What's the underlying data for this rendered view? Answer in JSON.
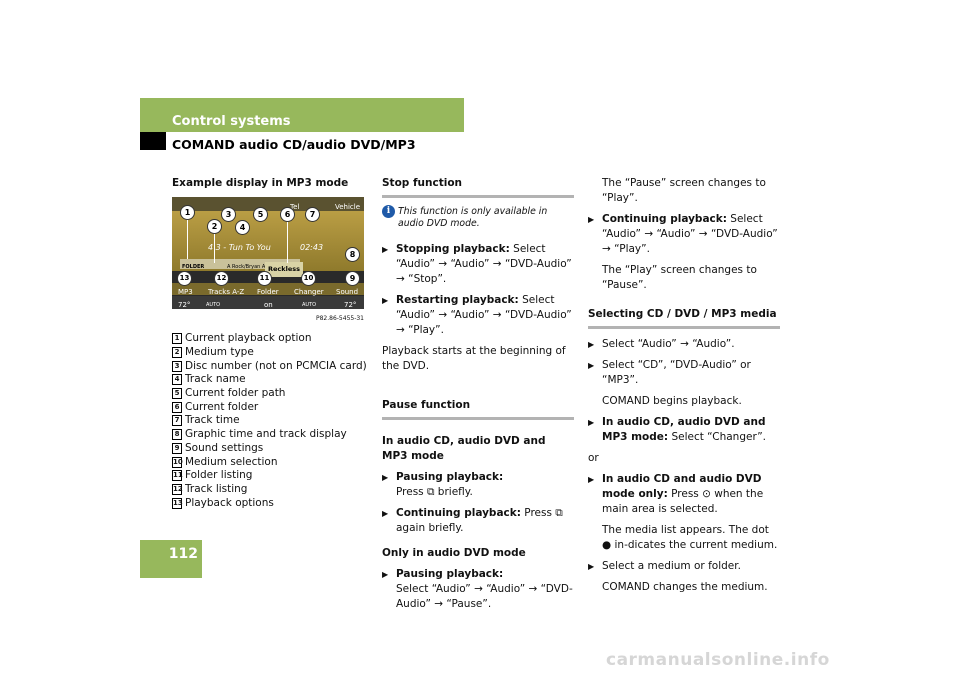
{
  "header": {
    "section_title": "Control systems",
    "subsection_title": "COMAND audio CD/audio DVD/MP3",
    "page_number": "112"
  },
  "col1": {
    "example_title": "Example display in MP3 mode",
    "screen": {
      "tab_tel": "Tel",
      "tab_vehicle": "Vehicle",
      "track_name": "4 3 - Tun To You",
      "track_time": "02:43",
      "folder_label": "FOLDER",
      "folder_path": "A Rock/Bryan Adams",
      "current_folder": "Reckless",
      "menu_items": [
        "MP3",
        "Tracks A-Z",
        "Folder",
        "Changer",
        "Sound"
      ],
      "status_items": [
        "72°",
        "AUTO",
        "on",
        "AUTO",
        "72°"
      ],
      "callouts": [
        "1",
        "2",
        "3",
        "4",
        "5",
        "6",
        "7",
        "8",
        "9",
        "10",
        "11",
        "12",
        "13"
      ]
    },
    "figure_ref": "P82.86-5455-31",
    "legend": [
      {
        "num": "1",
        "text": "Current playback option"
      },
      {
        "num": "2",
        "text": "Medium type"
      },
      {
        "num": "3",
        "text": "Disc number (not on PCMCIA card)"
      },
      {
        "num": "4",
        "text": "Track name"
      },
      {
        "num": "5",
        "text": "Current folder path"
      },
      {
        "num": "6",
        "text": "Current folder"
      },
      {
        "num": "7",
        "text": "Track time"
      },
      {
        "num": "8",
        "text": "Graphic time and track display"
      },
      {
        "num": "9",
        "text": "Sound settings"
      },
      {
        "num": "10",
        "text": "Medium selection"
      },
      {
        "num": "11",
        "text": "Folder listing"
      },
      {
        "num": "12",
        "text": "Track listing"
      },
      {
        "num": "13",
        "text": "Playback options"
      }
    ]
  },
  "col2": {
    "stop_heading": "Stop function",
    "info_note": "This function is only available in audio DVD mode.",
    "stop_steps": [
      {
        "label": "Stopping playback:",
        "text": "Select “Audio” → “Audio” → “DVD-Audio” → “Stop”."
      },
      {
        "label": "Restarting playback:",
        "text": "Select “Audio” → “Audio” → “DVD-Audio” → “Play”."
      }
    ],
    "stop_result": "Playback starts at the beginning of the DVD.",
    "pause_heading": "Pause function",
    "pause_mode1": "In audio CD, audio DVD and MP3 mode",
    "pause_steps1": [
      {
        "label": "Pausing playback:",
        "text": "Press ⧉ briefly."
      },
      {
        "label": "Continuing playback:",
        "text": "Press ⧉ again briefly."
      }
    ],
    "pause_mode2": "Only in audio DVD mode",
    "pause_steps2": [
      {
        "label": "Pausing playback:",
        "text": "Select “Audio” → “Audio” → “DVD-Audio” → “Pause”."
      }
    ]
  },
  "col3": {
    "pause_result": "The “Pause” screen changes to “Play”.",
    "continue_step": {
      "label": "Continuing playback:",
      "text": "Select “Audio” → “Audio” → “DVD-Audio” → “Play”."
    },
    "continue_result": "The “Play” screen changes to “Pause”.",
    "select_heading": "Selecting CD / DVD / MP3 media",
    "select_step1": "Select “Audio” → “Audio”.",
    "select_step2": "Select “CD”, “DVD-Audio” or “MP3”.",
    "select_result2": "COMAND begins playback.",
    "select_step3": {
      "label": "In audio CD, audio DVD and MP3 mode:",
      "text": "Select “Changer”."
    },
    "or_text": "or",
    "select_step4": {
      "label": "In audio CD and audio DVD mode only:",
      "text": "Press ⊙ when the main area is selected."
    },
    "select_result4": "The media list appears. The dot ● in-dicates the current medium.",
    "select_step5": "Select a medium or folder.",
    "select_result5": "COMAND changes the medium."
  },
  "footer": {
    "watermark": "carmanualsonline.info"
  }
}
